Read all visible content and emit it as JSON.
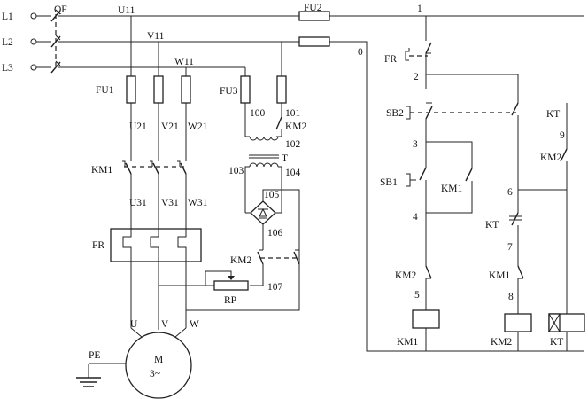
{
  "supply": {
    "phases": [
      "L1",
      "L2",
      "L3"
    ],
    "breaker": "QF",
    "earth": "PE"
  },
  "nodes": {
    "u11": "U11",
    "v11": "V11",
    "w11": "W11",
    "u21": "U21",
    "v21": "V21",
    "w21": "W21",
    "u31": "U31",
    "v31": "V31",
    "w31": "W31",
    "u": "U",
    "v": "V",
    "w": "W",
    "n0": "0",
    "n1": "1",
    "n2": "2",
    "n3": "3",
    "n4": "4",
    "n5": "5",
    "n6": "6",
    "n7": "7",
    "n8": "8",
    "n9": "9",
    "n100": "100",
    "n101": "101",
    "n102": "102",
    "n103": "103",
    "n104": "104",
    "n105": "105",
    "n106": "106",
    "n107": "107"
  },
  "components": {
    "fu1": "FU1",
    "fu2": "FU2",
    "fu3": "FU3",
    "km1_main": "KM1",
    "fr_main": "FR",
    "fr_ctrl": "FR",
    "km2_top": "KM2",
    "km2_brake": "KM2",
    "transformer": "T",
    "rp": "RP",
    "motor_m": "M",
    "motor_phase": "3~",
    "sb2": "SB2",
    "sb1": "SB1",
    "km1_hold": "KM1",
    "km2_il": "KM2",
    "kt_time": "KT",
    "km1_il": "KM1",
    "kt_inst": "KT",
    "km2_hold": "KM2",
    "km1_coil": "KM1",
    "km2_coil": "KM2",
    "kt_coil": "KT"
  }
}
